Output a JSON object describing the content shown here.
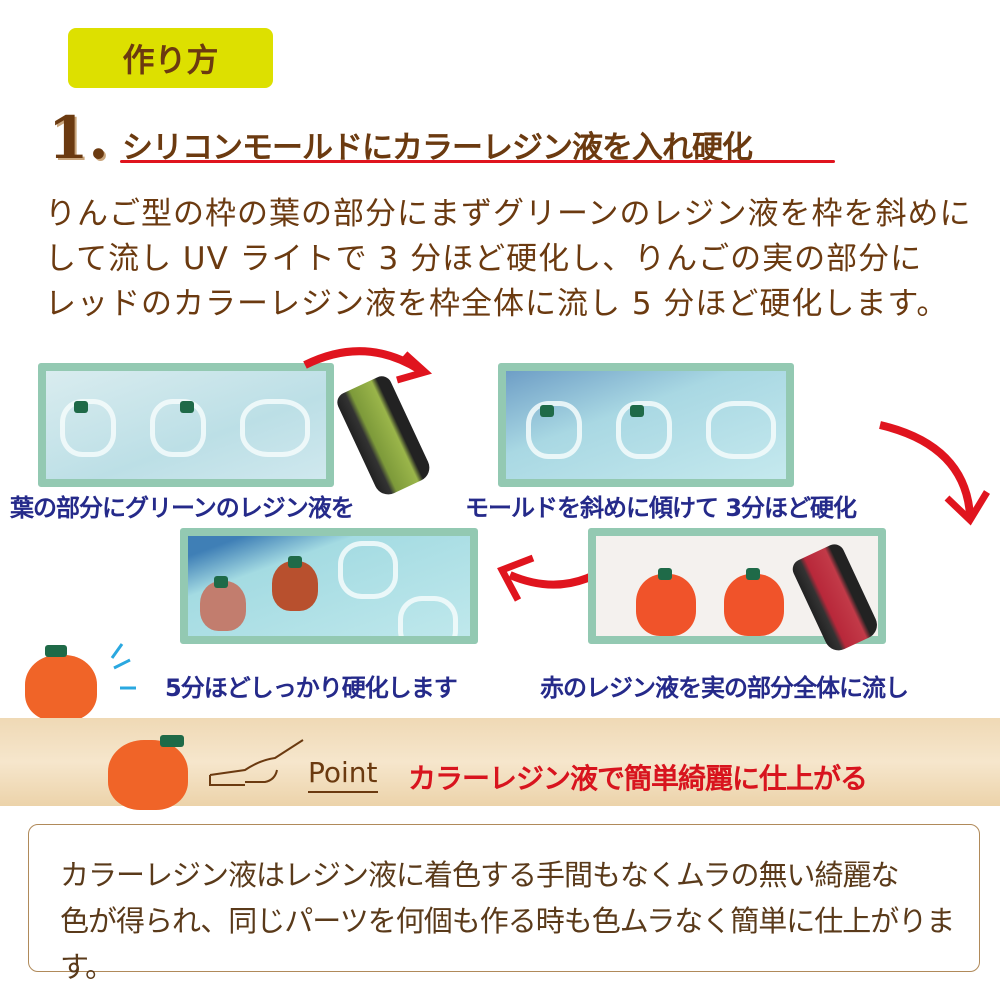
{
  "badge": "作り方",
  "step": {
    "number": "1.",
    "title": "シリコンモールドにカラーレジン液を入れ硬化"
  },
  "description": [
    "りんご型の枠の葉の部分にまずグリーンのレジン液を枠を斜めに",
    "して流し UV ライトで 3 分ほど硬化し、りんごの実の部分に",
    "レッドのカラーレジン液を枠全体に流し 5 分ほど硬化します。"
  ],
  "captions": {
    "c1": "葉の部分にグリーンのレジン液を",
    "c2": "モールドを斜めに傾けて 3分ほど硬化",
    "c3": "5分ほどしっかり硬化します",
    "c4": "赤のレジン液を実の部分全体に流し"
  },
  "point": {
    "label": "Point",
    "headline": "カラーレジン液で簡単綺麗に仕上がる",
    "body": [
      "カラーレジン液はレジン液に着色する手間もなくムラの無い綺麗な",
      "色が得られ、同じパーツを何個も作る時も色ムラなく簡単に仕上がります。"
    ]
  },
  "colors": {
    "brown": "#6b3a10",
    "badge": "#dde000",
    "frame": "#93c9b2",
    "red": "#e0141e",
    "navy": "#252a8a"
  }
}
